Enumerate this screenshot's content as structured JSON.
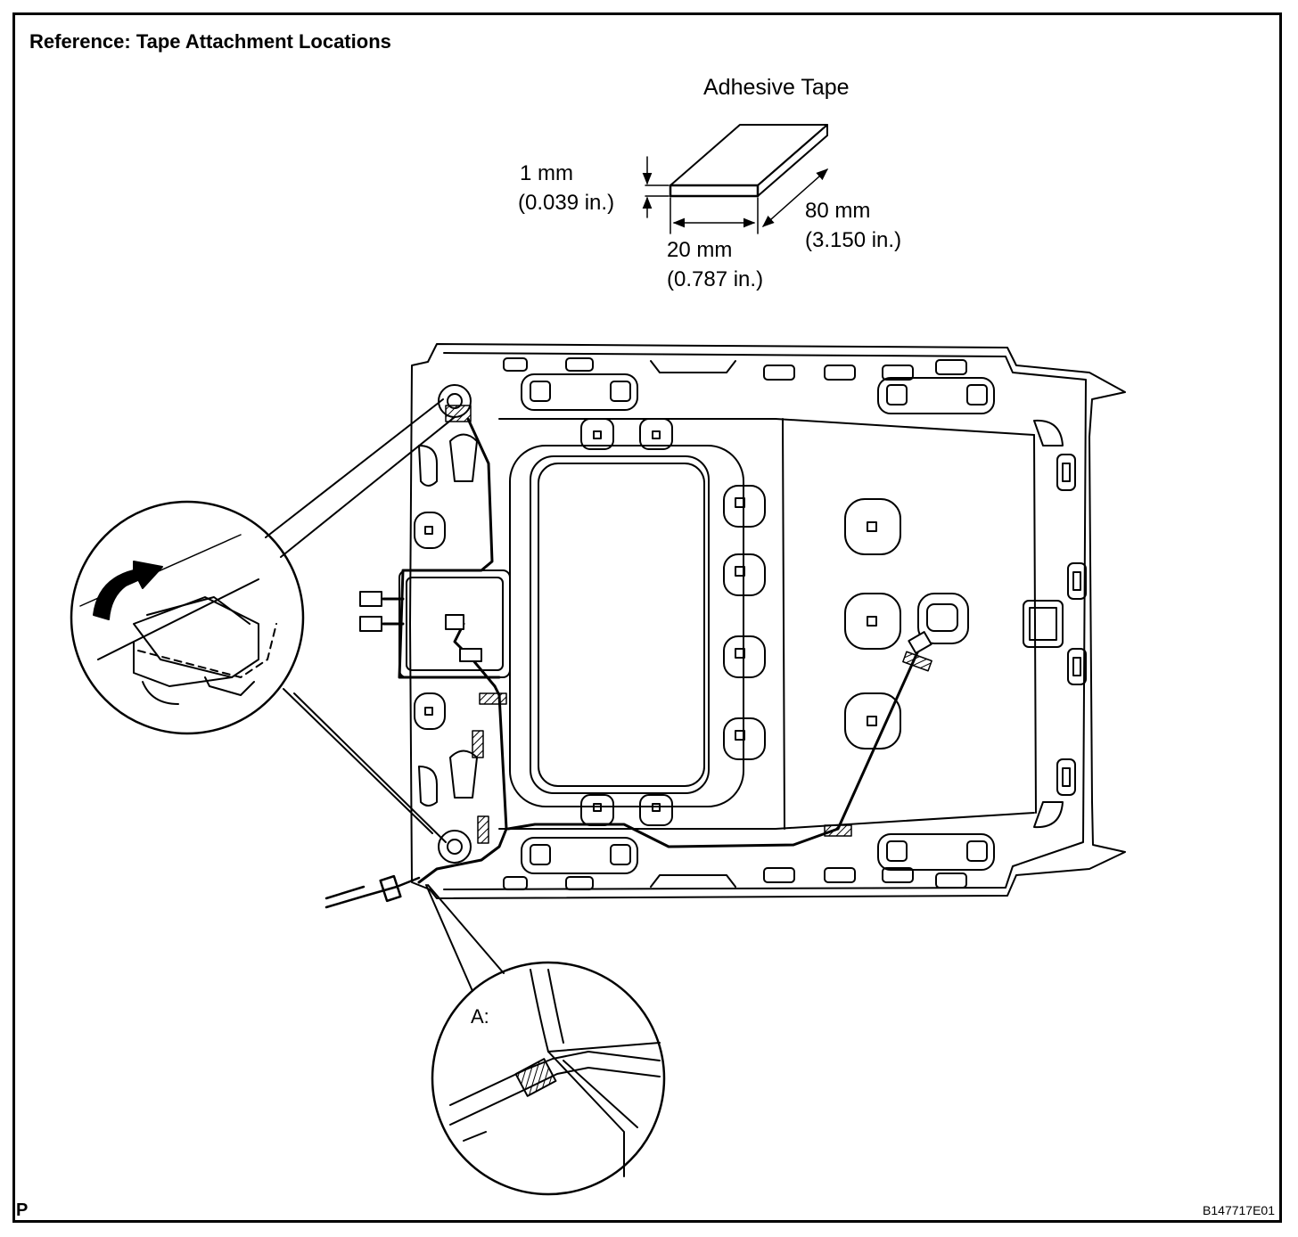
{
  "title": "Reference: Tape Attachment Locations",
  "tape": {
    "label": "Adhesive Tape",
    "thickness_mm": "1 mm",
    "thickness_in": "(0.039 in.)",
    "width_mm": "20 mm",
    "width_in": "(0.787 in.)",
    "length_mm": "80 mm",
    "length_in": "(3.150 in.)"
  },
  "callout_a": "A:",
  "footer": {
    "left": "P",
    "code": "B147717E01"
  }
}
